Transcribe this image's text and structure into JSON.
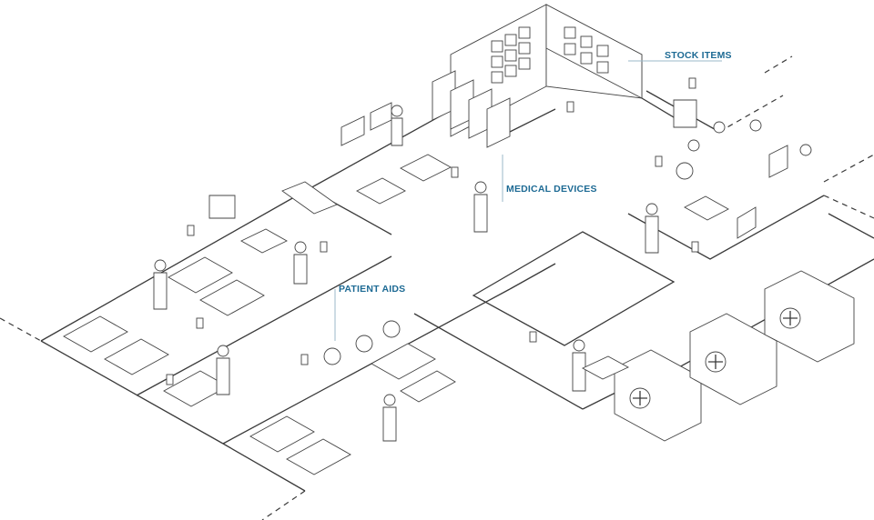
{
  "labels": {
    "stock_items": "STOCK ITEMS",
    "medical_devices": "MEDICAL DEVICES",
    "patient_aids": "PATIENT AIDS"
  },
  "colors": {
    "accent": "#1d6a94",
    "line": "#3a3a3a"
  }
}
